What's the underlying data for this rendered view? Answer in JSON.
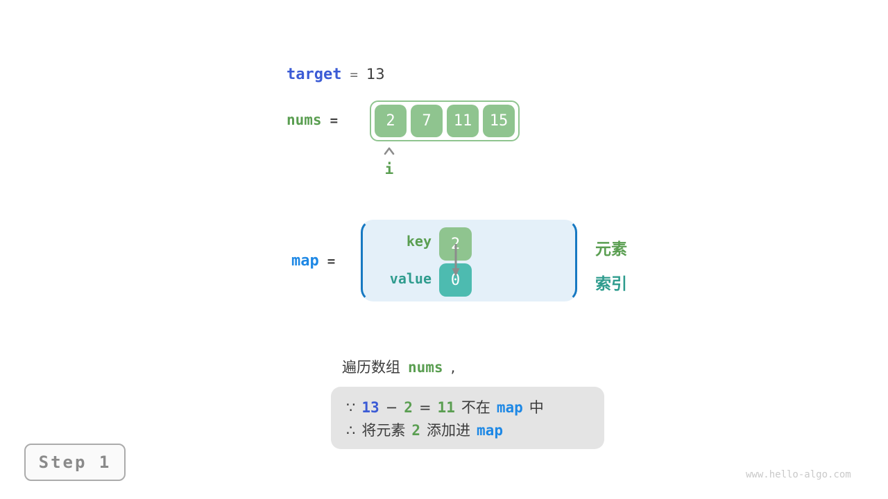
{
  "colors": {
    "green_box": "#8fc48f",
    "teal_box": "#4dbbb0",
    "green_text": "#5a9e51",
    "teal_text": "#2f9c8e",
    "royal_blue": "#3b5bd5",
    "azure_blue": "#1e88e5",
    "bracket_blue": "#1779c2",
    "map_bg": "#e4f0f9",
    "note_bg": "#e4e4e4",
    "dark_text": "#3c3c3c",
    "gray": "#8c8c8c"
  },
  "target": {
    "label": "target",
    "equals": "=",
    "value": "13"
  },
  "nums": {
    "label": "nums",
    "equals": "=",
    "values": [
      "2",
      "7",
      "11",
      "15"
    ],
    "pointer_label": "i"
  },
  "map": {
    "label": "map",
    "equals": "=",
    "key_label": "key",
    "value_label": "value",
    "key_value": "2",
    "value_value": "0",
    "element_label": "元素",
    "index_label": "索引"
  },
  "caption": {
    "prefix": "遍历数组",
    "code": "nums",
    "comma": ","
  },
  "note": {
    "line1": [
      {
        "t": "∵"
      },
      {
        "t": "13"
      },
      {
        "t": "−"
      },
      {
        "t": "2"
      },
      {
        "t": "="
      },
      {
        "t": "11"
      },
      {
        "t": "不在"
      },
      {
        "t": "map"
      },
      {
        "t": "中"
      }
    ],
    "line2": [
      {
        "t": "∴"
      },
      {
        "t": "将元素"
      },
      {
        "t": "2"
      },
      {
        "t": "添加进"
      },
      {
        "t": "map"
      }
    ]
  },
  "step": {
    "label": "Step 1"
  },
  "watermark": "www.hello-algo.com"
}
